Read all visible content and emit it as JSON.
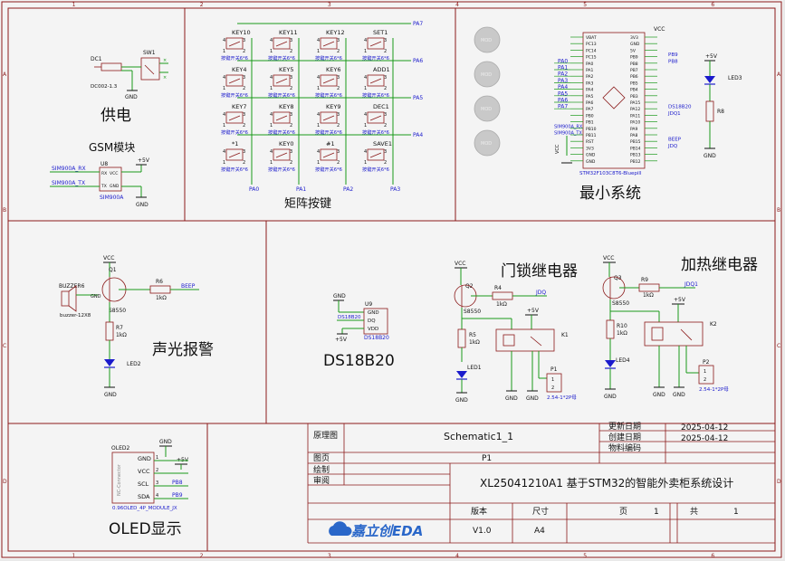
{
  "colors": {
    "frame": "#8b1a1a",
    "wire": "#1a9a1a",
    "label": "#1a1acc",
    "part": "#8b1a1a",
    "bg": "#f4f4f4",
    "page": "#e9e9e9",
    "logo": "#2a67c9"
  },
  "border": {
    "cols": [
      "1",
      "2",
      "3",
      "4",
      "5",
      "6"
    ],
    "rows": [
      "A",
      "B",
      "C",
      "D"
    ]
  },
  "sections": {
    "power": "供电",
    "gsm": "GSM模块",
    "matrix": "矩阵按键",
    "minsys": "最小系统",
    "alarm": "声光报警",
    "ds18b20": "DS18B20",
    "lock_relay": "门锁继电器",
    "heat_relay": "加热继电器",
    "oled": "OLED显示"
  },
  "power": {
    "dc": "DC1",
    "dc_part": "DC002-1.3",
    "sw": "SW1",
    "gnd": "GND",
    "pins": [
      "1",
      "2",
      "3",
      "4",
      "5",
      "6"
    ]
  },
  "gsm": {
    "u": "U8",
    "part": "SIM900A",
    "vcc": "+5V",
    "gnd": "GND",
    "rx_net": "SIM900A_RX",
    "tx_net": "SIM900A_TX",
    "pin_rx": "RX",
    "pin_tx": "TX",
    "pin_vcc": "VCC",
    "pin_gnd": "GND"
  },
  "matrix": {
    "keys": [
      [
        "KEY10",
        "KEY11",
        "KEY12",
        "SET1"
      ],
      [
        "KEY4",
        "KEY5",
        "KEY6",
        "ADD1"
      ],
      [
        "KEY7",
        "KEY8",
        "KEY9",
        "DEC1"
      ],
      [
        "*1",
        "KEY0",
        "#1",
        "SAVE1"
      ]
    ],
    "rows_net": [
      "PA7",
      "PA6",
      "PA5",
      "PA4"
    ],
    "cols_net": [
      "PA0",
      "PA1",
      "PA2",
      "PA3"
    ],
    "key_part": "按键开关6*6"
  },
  "minsys": {
    "vcc": "VCC",
    "part": "STM32F103C8T6-Bluepill",
    "left_pins": [
      "VBAT",
      "PC13",
      "PC14",
      "PC15",
      "PA0",
      "PA1",
      "PA2",
      "PA3",
      "PA4",
      "PA5",
      "PA6",
      "PA7",
      "PB0",
      "PB1",
      "PB10",
      "PB11",
      "RST",
      "3V3",
      "GND",
      "GND"
    ],
    "right_pins": [
      "3V3",
      "GND",
      "5V",
      "PB9",
      "PB8",
      "PB7",
      "PB6",
      "PB5",
      "PB4",
      "PB3",
      "PA15",
      "PA12",
      "PA11",
      "PA10",
      "PA9",
      "PA8",
      "PB15",
      "PB14",
      "PB13",
      "PB12"
    ],
    "left_nets": [
      "PA0",
      "PA1",
      "PA2",
      "PA3",
      "PA4",
      "PA5",
      "PA6",
      "PA7"
    ],
    "right_nets": [
      "PB9",
      "PB8",
      "DS18B20",
      "JDQ1",
      "BEEP",
      "JDQ"
    ],
    "sim_nets": [
      "SIM900A_RX",
      "SIM900A_TX"
    ],
    "holes": [
      "MOD",
      "MOD",
      "MOD",
      "MOD"
    ],
    "led": "LED3",
    "r": "R8",
    "vcc5": "+5V",
    "gnd": "GND"
  },
  "alarm": {
    "vcc": "VCC",
    "q": "Q1",
    "q_part": "S8550",
    "buzzer": "BUZZER6",
    "buzzer_part": "buzzer-12X8",
    "r6": "R6",
    "r6_val": "1kΩ",
    "beep": "BEEP",
    "r7": "R7",
    "r7_val": "1kΩ",
    "led": "LED2",
    "gnd": "GND"
  },
  "ds": {
    "u": "U9",
    "part": "DS18B20",
    "gnd": "GND",
    "net": "DS18B20",
    "vcc": "+5V",
    "pins": [
      "GND",
      "DQ",
      "VDD"
    ]
  },
  "lock": {
    "vcc": "VCC",
    "q": "Q2",
    "q_part": "S8550",
    "r4": "R4",
    "r4_val": "1kΩ",
    "net": "JDQ",
    "r5": "R5",
    "r5_val": "1kΩ",
    "led": "LED1",
    "relay": "K1",
    "vcc5": "+5V",
    "p": "P1",
    "p_part": "2.54-1*2P母",
    "gnd": "GND"
  },
  "heat": {
    "vcc": "VCC",
    "q": "Q3",
    "q_part": "S8550",
    "r9": "R9",
    "r9_val": "1kΩ",
    "net": "JDQ1",
    "r10": "R10",
    "r10_val": "1kΩ",
    "led": "LED4",
    "relay": "K2",
    "vcc5": "+5V",
    "p": "P2",
    "p_part": "2.54-1*2P母",
    "gnd": "GND"
  },
  "oled": {
    "ref": "OLED2",
    "gnd": "GND",
    "vcc5": "+5V",
    "connector": "NC-Connector",
    "pins": [
      "GND",
      "VCC",
      "SCL",
      "SDA"
    ],
    "pin_no": [
      "1",
      "2",
      "3",
      "4"
    ],
    "nets": [
      "PB8",
      "PB9"
    ],
    "part": "0.96OLED_4P_MODULE_JX"
  },
  "title_block": {
    "schematic_label": "原理图",
    "schematic": "Schematic1_1",
    "page_label": "图页",
    "page": "P1",
    "draw_label": "绘制",
    "review_label": "审阅",
    "update_label": "更新日期",
    "update": "2025-04-12",
    "create_label": "创建日期",
    "create": "2025-04-12",
    "material_label": "物料编码",
    "title": "XL25041210A1 基于STM32的智能外卖柜系统设计",
    "version_label": "版本",
    "version": "V1.0",
    "size_label": "尺寸",
    "size": "A4",
    "page_no_label": "页",
    "page_no": "1",
    "total_label": "共",
    "total": "1",
    "logo": "嘉立创EDA"
  }
}
